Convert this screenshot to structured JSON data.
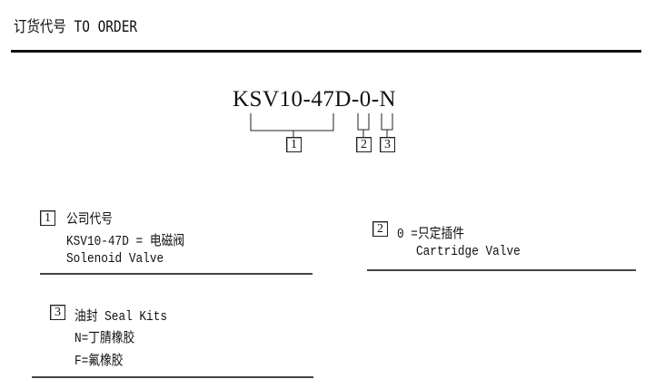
{
  "header": {
    "title": "订货代号 TO ORDER"
  },
  "code": {
    "model": "KSV10-47D-0-N",
    "markers": [
      "1",
      "2",
      "3"
    ]
  },
  "sections": [
    {
      "num": "1",
      "heading": "公司代号",
      "lines": [
        "KSV10-47D = 电磁阀",
        "Solenoid Valve"
      ]
    },
    {
      "num": "2",
      "heading": "0 =只定插件",
      "lines": [
        "Cartridge Valve"
      ]
    },
    {
      "num": "3",
      "heading": "油封 Seal Kits",
      "lines": [
        "N=丁腈橡胶",
        "F=氟橡胶"
      ]
    }
  ]
}
